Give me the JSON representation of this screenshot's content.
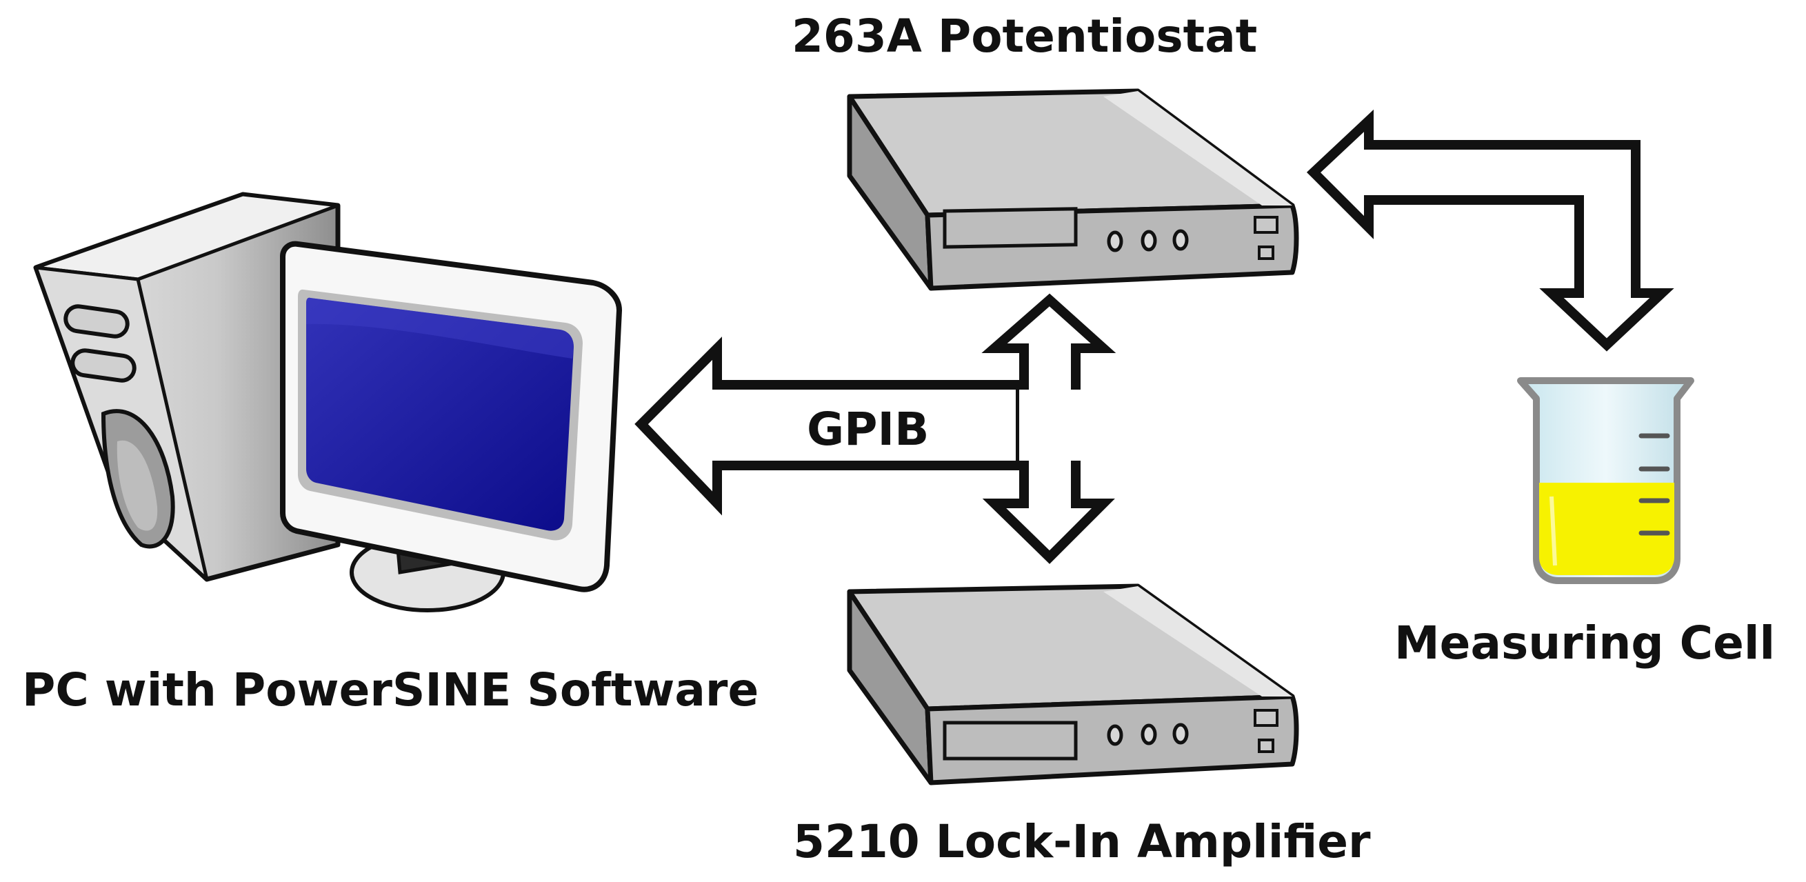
{
  "labels": {
    "potentiostat": "263A Potentiostat",
    "pc": "PC with PowerSINE Software",
    "gpib": "GPIB",
    "lockin": "5210 Lock-In Amplifier",
    "cell": "Measuring Cell"
  },
  "colors": {
    "outline": "#111111",
    "device_top": "#c8c8c8",
    "device_front": "#b2b2b2",
    "device_side": "#9a9a9a",
    "screen": "#1a1aa6",
    "liquid": "#f7f200",
    "glass": "#dff1f6",
    "arrow_fill": "#ffffff"
  },
  "icons": {
    "computer": "desktop-computer-icon",
    "device": "rack-instrument-icon",
    "beaker": "beaker-icon"
  }
}
